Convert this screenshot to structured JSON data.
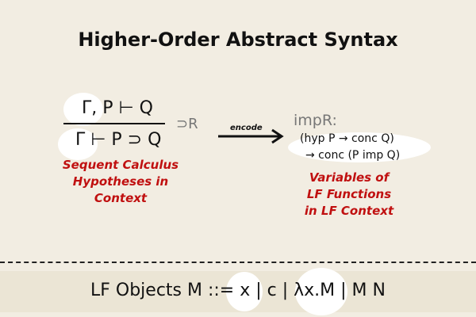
{
  "title": "Higher-Order Abstract Syntax",
  "left": {
    "premise": "Γ, P ⊢ Q",
    "conclusion": "Γ ⊢ P ⊃ Q",
    "rule": "⊃R",
    "caption": [
      "Sequent Calculus",
      "Hypotheses in",
      "Context"
    ]
  },
  "arrow": {
    "label": "encode"
  },
  "right": {
    "name": "impR:",
    "line1": "(hyp P → conc Q)",
    "line2": "→ conc (P imp Q)",
    "caption": [
      "Variables of",
      "LF Functions",
      "in LF Context"
    ]
  },
  "bottom": {
    "text": "LF Objects M ::= x | c | λx.M | M N"
  },
  "colors": {
    "background": "#f2ede2",
    "caption": "#c01010"
  }
}
